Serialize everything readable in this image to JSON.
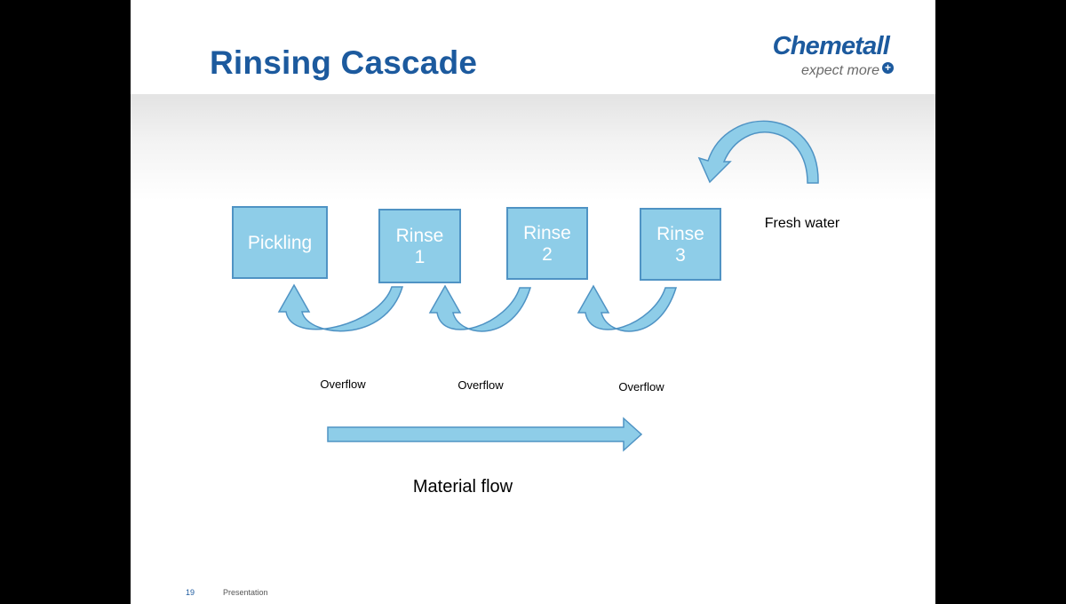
{
  "slide": {
    "title": "Rinsing Cascade",
    "logo": {
      "brand": "Chemetall",
      "tagline": "expect more"
    },
    "footer": {
      "page_number": "19",
      "label": "Presentation"
    }
  },
  "diagram": {
    "tanks": [
      {
        "label_lines": [
          "Pickling"
        ]
      },
      {
        "label_lines": [
          "Rinse",
          "1"
        ]
      },
      {
        "label_lines": [
          "Rinse",
          "2"
        ]
      },
      {
        "label_lines": [
          "Rinse",
          "3"
        ]
      }
    ],
    "overflow_labels": [
      "Overflow",
      "Overflow",
      "Overflow"
    ],
    "fresh_water_label": "Fresh water",
    "material_flow_label": "Material flow",
    "colors": {
      "title": "#1c5a9e",
      "tank_fill": "#8ecde8",
      "tank_border": "#4f93c4"
    }
  }
}
